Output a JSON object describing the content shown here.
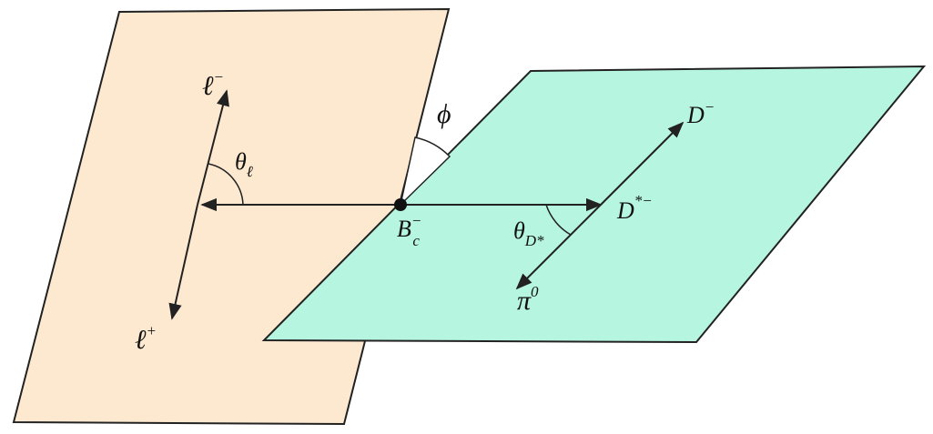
{
  "colors": {
    "lepton_plane": "#fde9d0",
    "hadron_plane": "#b6f5e0",
    "stroke": "#222222",
    "background": "#ffffff"
  },
  "labels": {
    "l_minus": {
      "base": "ℓ",
      "sup": "−"
    },
    "l_plus": {
      "base": "ℓ",
      "sup": "+"
    },
    "theta_l": {
      "base": "θ",
      "sub": "ℓ"
    },
    "phi": "ϕ",
    "bc": {
      "base": "B",
      "sub": "c",
      "sup": "−"
    },
    "dstar": {
      "base": "D",
      "sup": "*−"
    },
    "d_minus": {
      "base": "D",
      "sup": "−"
    },
    "theta_d": {
      "base": "θ",
      "sub": "D*"
    },
    "pi0": {
      "base": "π",
      "sup": "0"
    }
  }
}
